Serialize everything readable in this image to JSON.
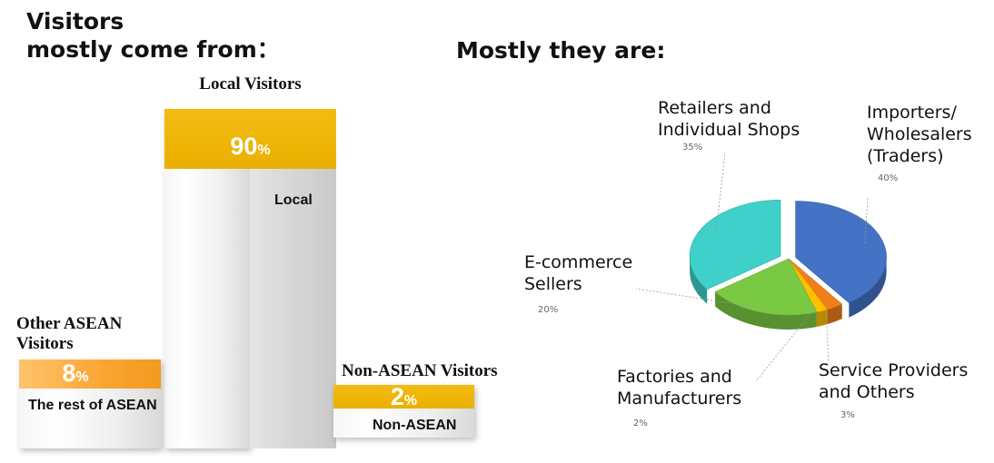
{
  "left_heading": {
    "line1": "Visitors",
    "line2": "mostly come from："
  },
  "right_heading": "Mostly they are:",
  "chart_data": [
    {
      "type": "bar",
      "categories": [
        "Other ASEAN Visitors",
        "Local Visitors",
        "Non-ASEAN Visitors"
      ],
      "inner_labels": [
        "The rest of ASEAN",
        "Local",
        "Non-ASEAN"
      ],
      "values": [
        8,
        90,
        2
      ],
      "value_labels": [
        "8",
        "90",
        "2"
      ],
      "unit": "%",
      "colors": [
        "#fbb03b",
        "#f0b400",
        "#f0b400"
      ]
    },
    {
      "type": "pie",
      "labels": [
        "Importers/ Wholesalers (Traders)",
        "Service Providers and Others",
        "Factories and Manufacturers",
        "E-commerce Sellers",
        "Retailers and Individual Shops"
      ],
      "label_lines": [
        [
          "Importers/",
          "Wholesalers",
          "(Traders)"
        ],
        [
          "Service Providers",
          "and Others"
        ],
        [
          "Factories and",
          "Manufacturers"
        ],
        [
          "E-commerce",
          "Sellers"
        ],
        [
          "Retailers and",
          "Individual Shops"
        ]
      ],
      "values": [
        40,
        3,
        2,
        20,
        35
      ],
      "value_labels": [
        "40%",
        "3%",
        "2%",
        "20%",
        "35%"
      ],
      "colors": [
        "#4472c4",
        "#f07f1a",
        "#ffc000",
        "#7ac943",
        "#3fd0c9"
      ]
    }
  ]
}
